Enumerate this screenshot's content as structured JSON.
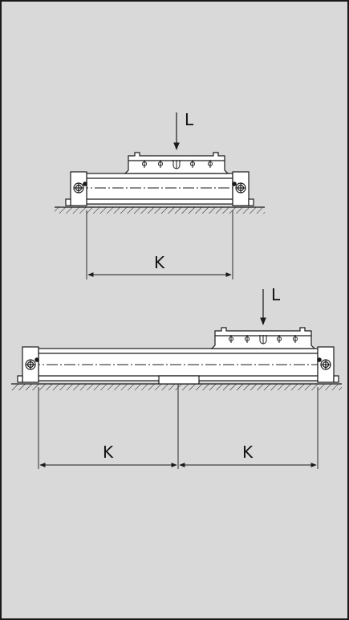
{
  "diagram": {
    "top": {
      "load_label": "L",
      "span_label": "K"
    },
    "bottom": {
      "load_label": "L",
      "span_left_label": "K",
      "span_right_label": "K"
    }
  },
  "colors": {
    "panel": "#d9d9d9",
    "ink": "#1a1a1a",
    "part_fill": "#ffffff"
  }
}
